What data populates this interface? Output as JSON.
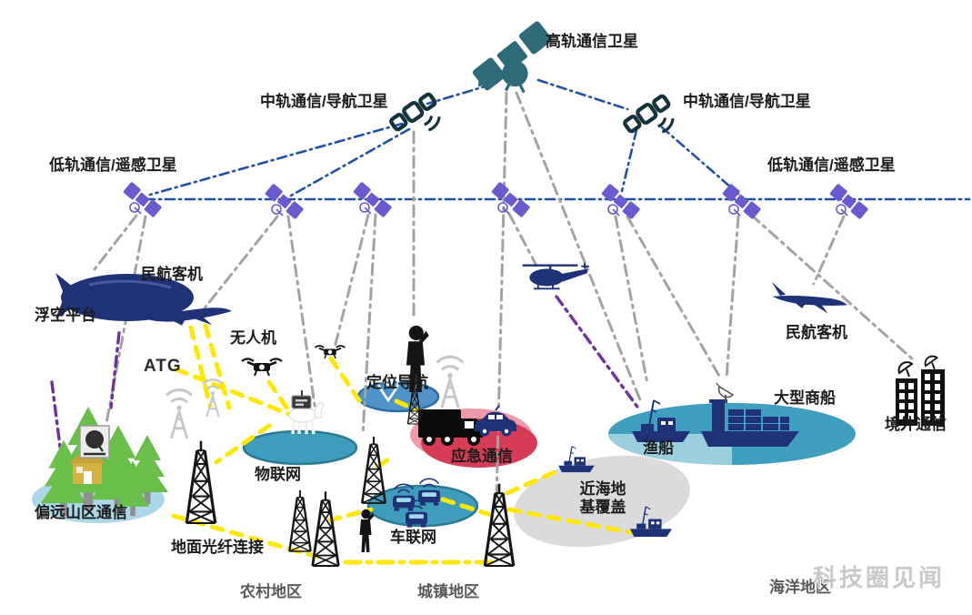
{
  "watermark": "科技圈见闻",
  "nodes": {
    "geo": {
      "label": "高轨通信卫星"
    },
    "meo_left": {
      "label": "中轨通信/导航卫星"
    },
    "meo_right": {
      "label": "中轨通信/导航卫星"
    },
    "leo_left": {
      "label": "低轨通信/遥感卫星"
    },
    "leo_right": {
      "label": "低轨通信/遥感卫星"
    },
    "aerostat": {
      "label": "浮空平台"
    },
    "airliner_left": {
      "label": "民航客机"
    },
    "atg": {
      "label": "ATG"
    },
    "uav": {
      "label": "无人机"
    },
    "positioning": {
      "label": "定位导航"
    },
    "iot": {
      "label": "物联网"
    },
    "emergency": {
      "label": "应急通信"
    },
    "iov": {
      "label": "车联网"
    },
    "remote_mountain": {
      "label": "偏远山区通信"
    },
    "ground_fiber": {
      "label": "地面光纤连接"
    },
    "rural": {
      "label": "农村地区"
    },
    "urban": {
      "label": "城镇地区"
    },
    "fishing_boat": {
      "label": "渔船"
    },
    "merchant_ship": {
      "label": "大型商船"
    },
    "offshore_coverage": {
      "label_line1": "近海地",
      "label_line2": "基覆盖"
    },
    "airliner_right": {
      "label": "民航客机"
    },
    "overseas": {
      "label": "境外通信"
    },
    "ocean": {
      "label": "海洋地区"
    }
  },
  "colors": {
    "satellite_backbone_link": "#2150a8",
    "satellite_ground_link": "#a3a3a3",
    "relay_link": "#7030a0",
    "atg_fiber_link": "#ffe800",
    "geo_satellite": "#2d6b78",
    "meo_satellite": "#14333c",
    "leo_satellite": "#6a5ad0",
    "vehicle_navy": "#1f3278",
    "ocean_zone": "#3f9fbe",
    "emergency_zone": "#d63c56",
    "offshore_zone": "#dbdbdb",
    "mountain_zone": "#abd7e6"
  }
}
